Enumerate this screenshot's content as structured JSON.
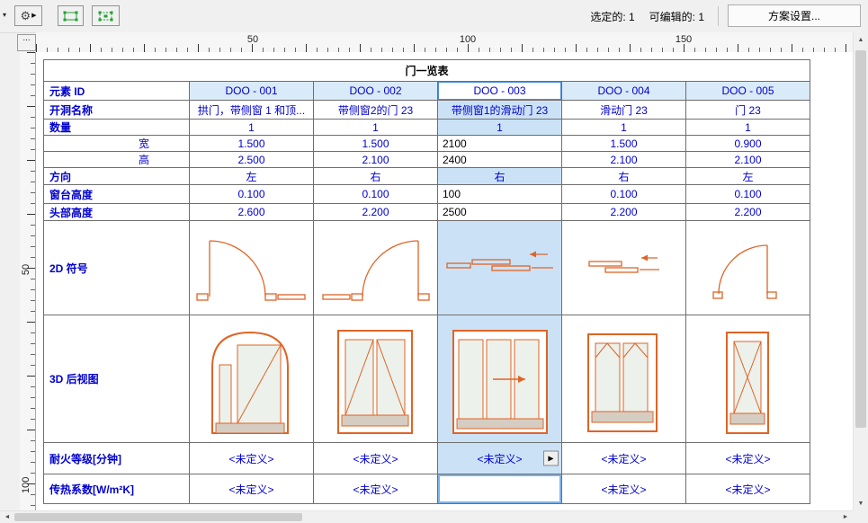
{
  "icons": {
    "collapse": "▾",
    "gear": "⚙",
    "gear_arrow": "▶",
    "corner": "...",
    "flyout": "▶",
    "scroll_up": "▲",
    "scroll_down": "▼",
    "scroll_left": "◄",
    "scroll_right": "►"
  },
  "toolbar": {
    "selected_label": "选定的: 1",
    "editable_label": "可编辑的: 1",
    "scheme_settings_button": "方案设置..."
  },
  "ruler": {
    "h_labels": [
      "50",
      "100",
      "150"
    ],
    "v_labels": [
      "50",
      "100"
    ]
  },
  "colors": {
    "text_blue": "#0000CD",
    "header_bg": "#D9EAF8",
    "selection_bg": "#CBE2F6",
    "symbol_orange": "#DF6426"
  },
  "schedule": {
    "title": "门一览表",
    "element_id_label": "元素 ID",
    "columns": [
      "DOO - 001",
      "DOO - 002",
      "DOO - 003",
      "DOO - 004",
      "DOO - 005"
    ],
    "rows": {
      "opening_name": {
        "label": "开洞名称",
        "values": [
          "拱门，带侧窗 1 和顶...",
          "带侧窗2的门 23",
          "带侧窗1的滑动门 23",
          "滑动门 23",
          "门 23"
        ]
      },
      "quantity": {
        "label": "数量",
        "values": [
          "1",
          "1",
          "1",
          "1",
          "1"
        ]
      },
      "width": {
        "label": "宽",
        "values": [
          "1.500",
          "1.500",
          "2100",
          "1.500",
          "0.900"
        ]
      },
      "height": {
        "label": "高",
        "values": [
          "2.500",
          "2.100",
          "2400",
          "2.100",
          "2.100"
        ]
      },
      "direction": {
        "label": "方向",
        "values": [
          "左",
          "右",
          "右",
          "右",
          "左"
        ]
      },
      "sill_height": {
        "label": "窗台高度",
        "values": [
          "0.100",
          "0.100",
          "100",
          "0.100",
          "0.100"
        ]
      },
      "head_height": {
        "label": "头部高度",
        "values": [
          "2.600",
          "2.200",
          "2500",
          "2.200",
          "2.200"
        ]
      },
      "symbol_2d": {
        "label": "2D 符号"
      },
      "view_3d": {
        "label": "3D 后视图"
      },
      "fire_rating": {
        "label": "耐火等级[分钟]",
        "values": [
          "<未定义>",
          "<未定义>",
          "<未定义>",
          "<未定义>",
          "<未定义>"
        ]
      },
      "u_value": {
        "label": "传热系数[W/m²K]",
        "values": [
          "<未定义>",
          "<未定义>",
          "",
          "<未定义>",
          "<未定义>"
        ]
      }
    }
  }
}
